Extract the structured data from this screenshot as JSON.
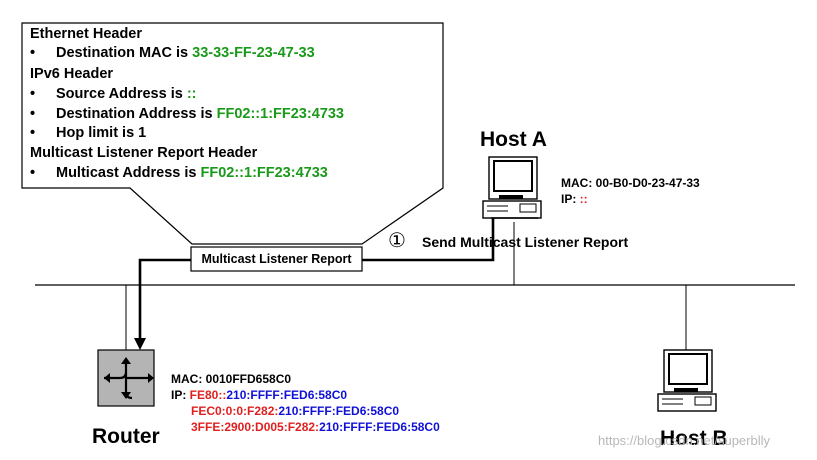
{
  "callout": {
    "ethernet_header": "Ethernet Header",
    "dest_mac_prefix": "Destination MAC is ",
    "dest_mac_value": "33-33-FF-23-47-33",
    "ipv6_header": "IPv6 Header",
    "src_addr_prefix": "Source Address is ",
    "src_addr_value": "::",
    "dest_addr_prefix": "Destination Address is ",
    "dest_addr_value": "FF02::1:FF23:4733",
    "hop_limit": "Hop limit is 1",
    "mlr_header": "Multicast Listener Report Header",
    "mcast_addr_prefix": "Multicast Address is ",
    "mcast_addr_value": "FF02::1:FF23:4733",
    "bullet": "•"
  },
  "packet_label": "Multicast Listener Report",
  "step": {
    "number": "①",
    "label": "Send Multicast Listener Report"
  },
  "host_a": {
    "title": "Host A",
    "mac": "MAC: 00-B0-D0-23-47-33",
    "ip_prefix": "IP: ",
    "ip_value": "::"
  },
  "host_b": {
    "title": "Host B"
  },
  "router": {
    "title": "Router",
    "mac": "MAC: 0010FFD658C0",
    "ip_prefix": "IP: ",
    "ip1_red": "FE80::",
    "ip1_blue": "210:FFFF:FED6:58C0",
    "ip2_red": "FEC0:0:0:F282:",
    "ip2_blue": "210:FFFF:FED6:58C0",
    "ip3_red": "3FFE:2900:D005:F282:",
    "ip3_blue": "210:FFFF:FED6:58C0"
  },
  "watermark": "https://blog.csdn.net/superblly",
  "colors": {
    "green": "#1a9a1a",
    "red": "#e02020",
    "blue": "#1010d8",
    "router_fill": "#b4b4b4"
  }
}
